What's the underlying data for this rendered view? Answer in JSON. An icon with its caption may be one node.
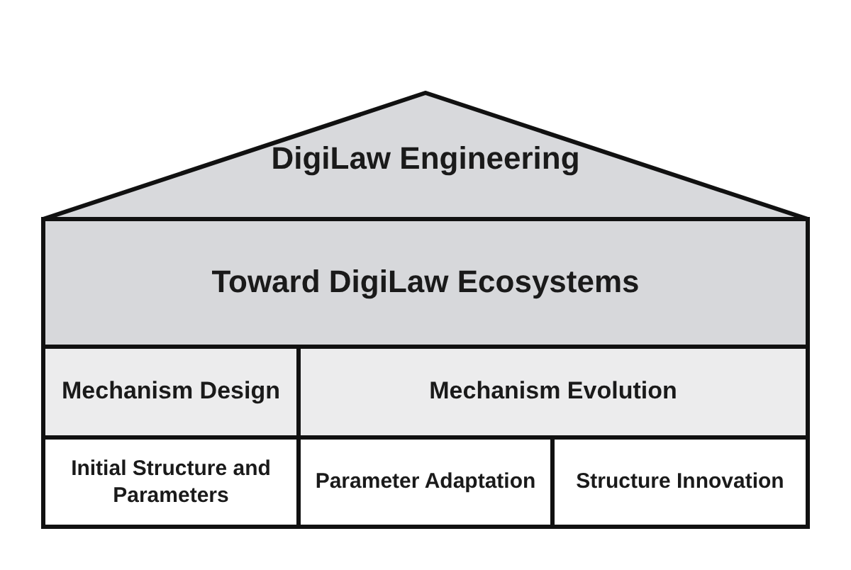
{
  "diagram": {
    "nodes": [
      {
        "text": [
          "DigiLaw Engineering"
        ]
      },
      {
        "text": [
          "Toward DigiLaw Ecosystems"
        ]
      },
      {
        "text": [
          "Mechanism Design"
        ]
      },
      {
        "text": [
          "Mechanism Evolution"
        ]
      },
      {
        "text": [
          "Initial Structure and Parameters"
        ]
      },
      {
        "text": [
          "Parameter Adaptation"
        ]
      },
      {
        "text": [
          "Structure Innovation"
        ]
      }
    ]
  }
}
